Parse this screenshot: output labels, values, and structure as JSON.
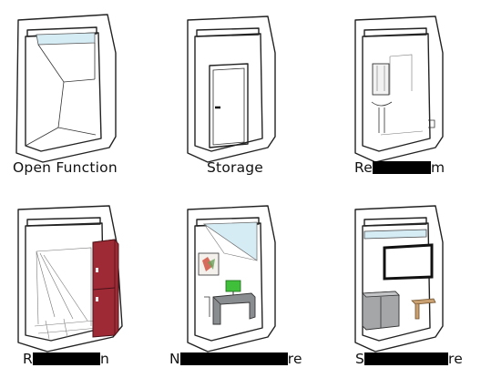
{
  "panels": [
    {
      "id": "open-function",
      "label": "Open Function"
    },
    {
      "id": "storage",
      "label": "Storage"
    },
    {
      "id": "restroom",
      "label": "Re",
      "label_tail": "m"
    },
    {
      "id": "red-storage",
      "label": "R",
      "label_tail": "n"
    },
    {
      "id": "office",
      "label": "N",
      "label_tail": "re"
    },
    {
      "id": "screen",
      "label": "S",
      "label_tail": "re"
    }
  ],
  "colors": {
    "skylight": "#d6ecf5",
    "red_cabinet": "#9e2a35",
    "monitor": "#3fbf3a",
    "desk": "#8a8d90",
    "wood": "#c8a071",
    "redaction": "#000000"
  }
}
